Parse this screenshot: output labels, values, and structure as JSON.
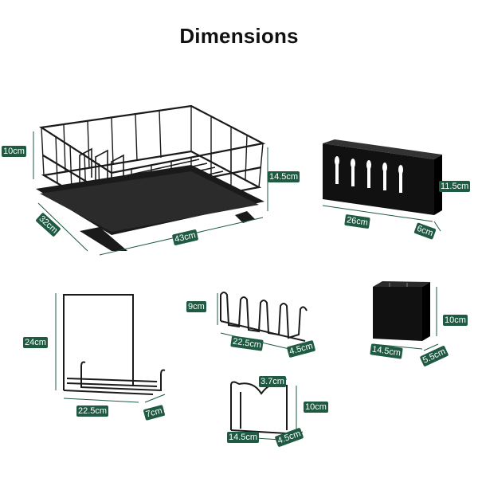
{
  "title": "Dimensions",
  "colors": {
    "label_bg": "#1f5a43",
    "label_text": "#ffffff",
    "product": "#1a1a1a"
  },
  "dish_rack": {
    "height": "10cm",
    "depth": "32cm",
    "width": "43cm",
    "total_height": "14.5cm"
  },
  "utensil_holder": {
    "width": "26cm",
    "depth": "6cm",
    "height": "11.5cm"
  },
  "cutting_board_holder": {
    "height": "24cm",
    "width": "22.5cm",
    "depth": "7cm"
  },
  "plate_rack": {
    "height": "9cm",
    "width": "22.5cm",
    "depth": "4.5cm"
  },
  "cup_holder": {
    "height": "10cm",
    "width": "14.5cm",
    "depth": "5.5cm"
  },
  "lid_holder": {
    "top_gap": "3.7cm",
    "height": "10cm",
    "width": "14.5cm",
    "depth": "4.5cm"
  }
}
